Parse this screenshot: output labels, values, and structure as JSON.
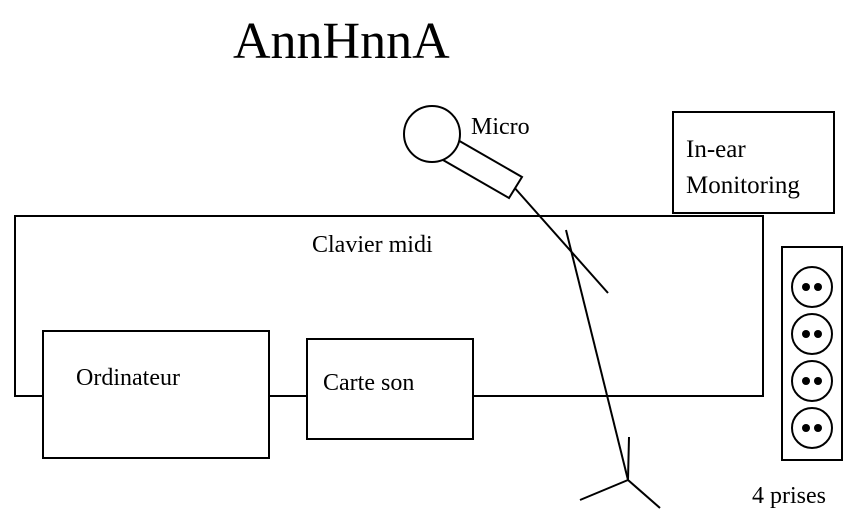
{
  "diagram": {
    "title": "AnnHnnA",
    "labels": {
      "micro": "Micro",
      "in_ear_line1": "In-ear",
      "in_ear_line2": "Monitoring",
      "keyboard": "Clavier midi",
      "computer": "Ordinateur",
      "sound_card": "Carte son",
      "outlets": "4 prises"
    },
    "outlet_count": 4
  }
}
